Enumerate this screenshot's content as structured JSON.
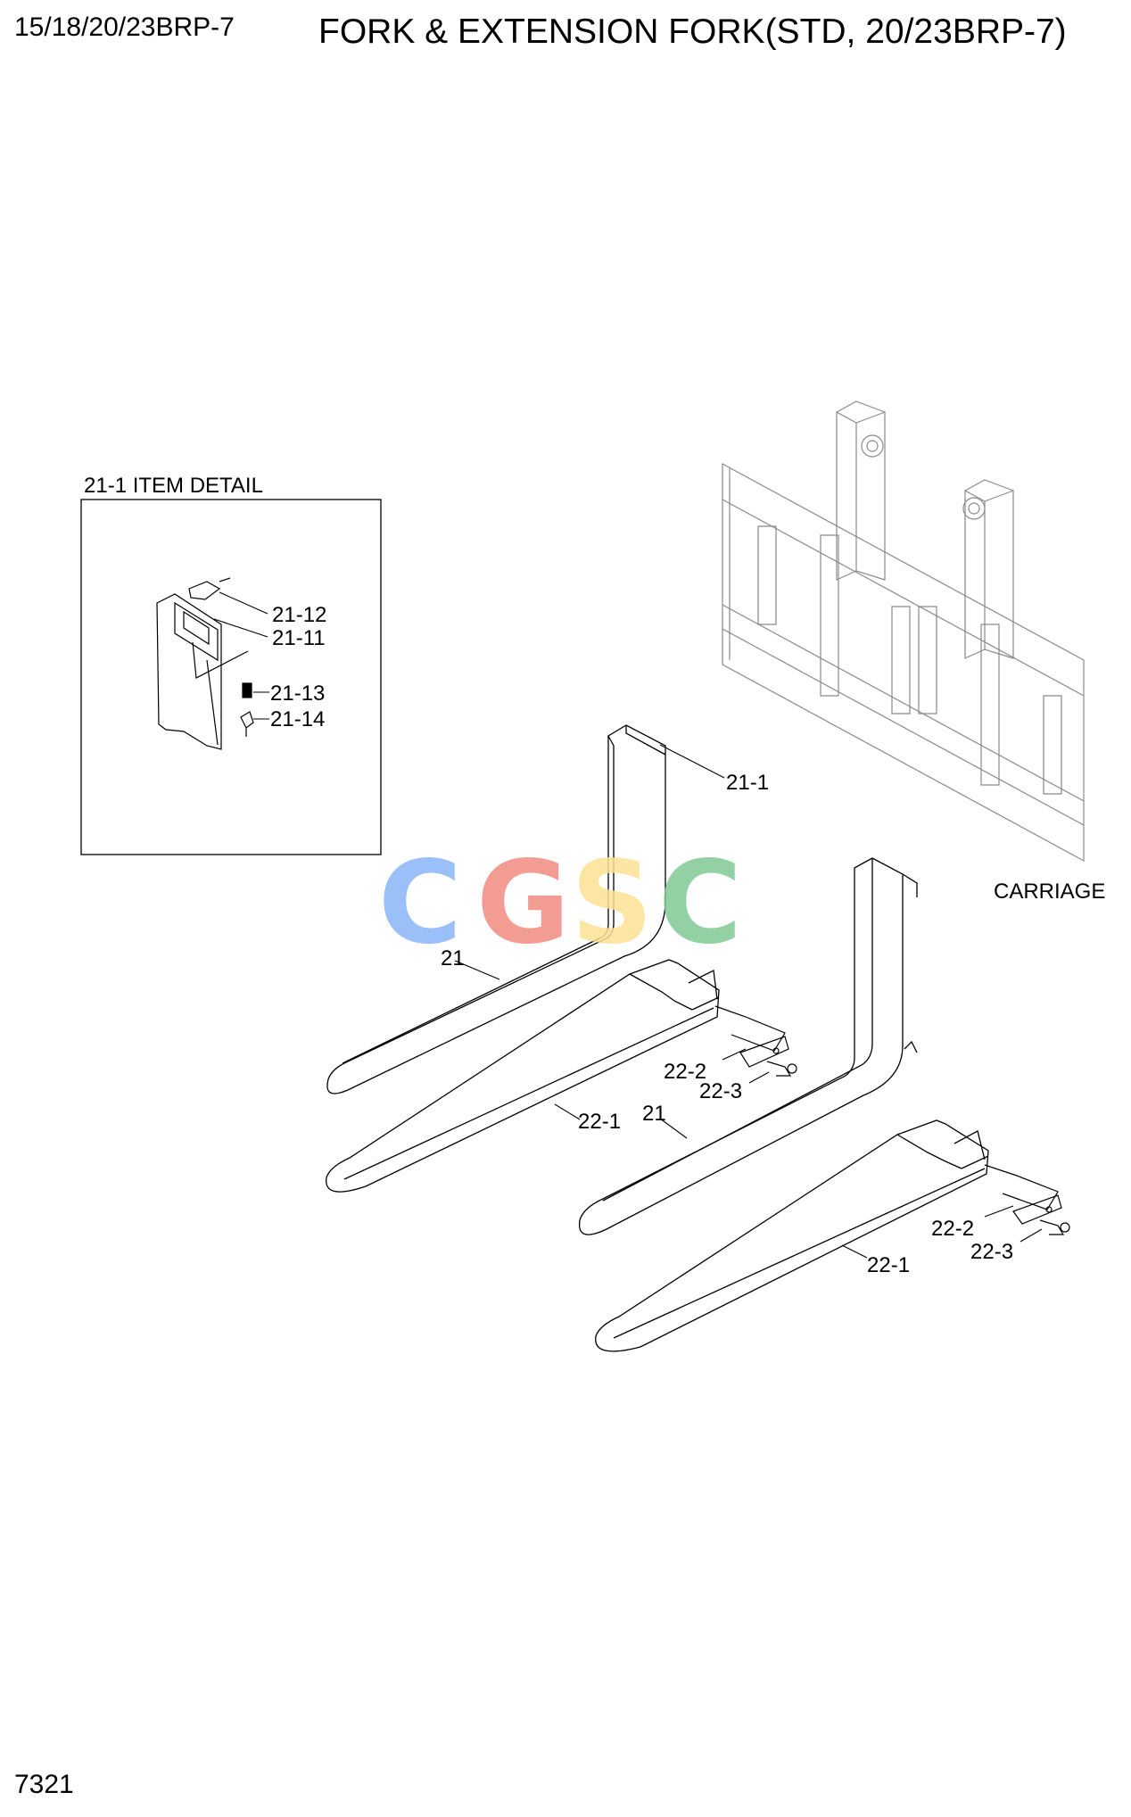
{
  "header": {
    "model": "15/18/20/23BRP-7",
    "title": "FORK & EXTENSION FORK(STD, 20/23BRP-7)"
  },
  "detail": {
    "heading": "21-1 ITEM DETAIL",
    "parts": [
      "21-12",
      "21-11",
      "21-13",
      "21-14"
    ]
  },
  "callouts": {
    "c_21_1": "21-1",
    "carriage": "CARRIAGE",
    "c_21_a": "21",
    "c_22_2_a": "22-2",
    "c_22_3_a": "22-3",
    "c_22_1_a": "22-1",
    "c_21_b": "21",
    "c_22_2_b": "22-2",
    "c_22_3_b": "22-3",
    "c_22_1_b": "22-1"
  },
  "watermark": {
    "letters": [
      "C",
      "G",
      "S",
      "C"
    ],
    "colors": [
      "#8ab4f8",
      "#f28b82",
      "#fde293",
      "#81c995"
    ]
  },
  "footer": {
    "page_number": "7321"
  }
}
